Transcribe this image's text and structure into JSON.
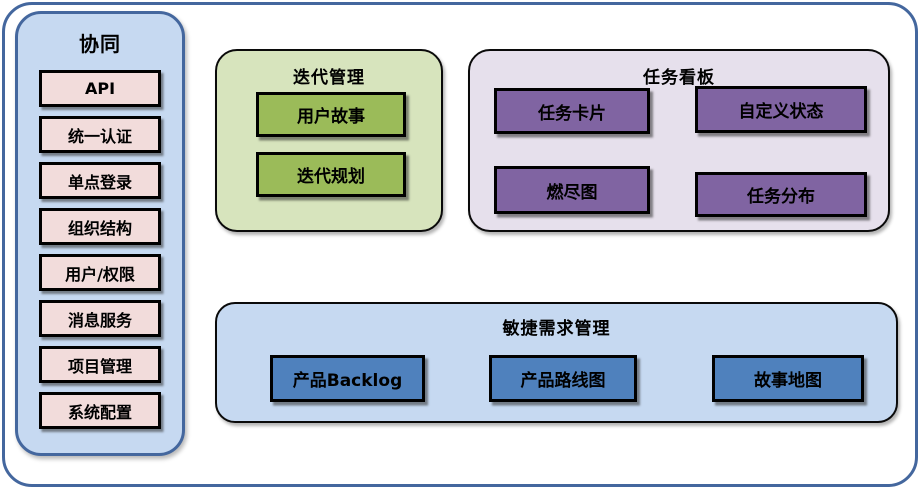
{
  "sidebar": {
    "title": "协同",
    "items": [
      "API",
      "统一认证",
      "单点登录",
      "组织结构",
      "用户/权限",
      "消息服务",
      "项目管理",
      "系统配置"
    ]
  },
  "panels": [
    {
      "title": "迭代管理",
      "items": [
        "用户故事",
        "迭代规划"
      ]
    },
    {
      "title": "任务看板",
      "items": [
        "任务卡片",
        "自定义状态",
        "燃尽图",
        "任务分布"
      ]
    },
    {
      "title": "敏捷需求管理",
      "items": [
        "产品Backlog",
        "产品路线图",
        "故事地图"
      ]
    }
  ],
  "colors": {
    "outer_border": "#44679E",
    "sidebar_bg": "#C6D9F1",
    "pink_item": "#F2DCDB",
    "green_panel": "#D7E4BD",
    "green_item": "#9BBB59",
    "purple_panel": "#E6E0EC",
    "purple_item": "#8064A2",
    "blue_panel": "#C6D9F1",
    "blue_item": "#4F81BD",
    "ink": "#000000"
  }
}
